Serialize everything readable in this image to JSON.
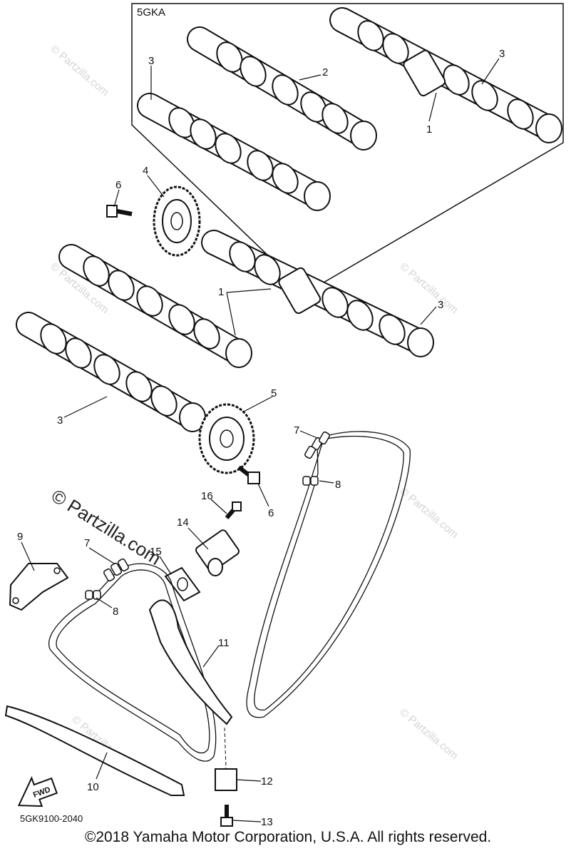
{
  "group_label": "5GKA",
  "diagram_code": "5GK9100-2040",
  "copyright": "©2018  Yamaha Motor Corporation, U.S.A. All rights reserved.",
  "watermark": "© Partzilla.com",
  "fwd_label": "FWD",
  "callouts": {
    "c1a": "1",
    "c2": "2",
    "c3a": "3",
    "c3b": "3",
    "c4": "4",
    "c6a": "6",
    "c1b": "1",
    "c3c": "3",
    "c3d": "3",
    "c5": "5",
    "c6b": "6",
    "c7a": "7",
    "c8a": "8",
    "c16": "16",
    "c14": "14",
    "c15": "15",
    "c9": "9",
    "c7b": "7",
    "c8b": "8",
    "c11": "11",
    "c10": "10",
    "c12": "12",
    "c13": "13"
  }
}
